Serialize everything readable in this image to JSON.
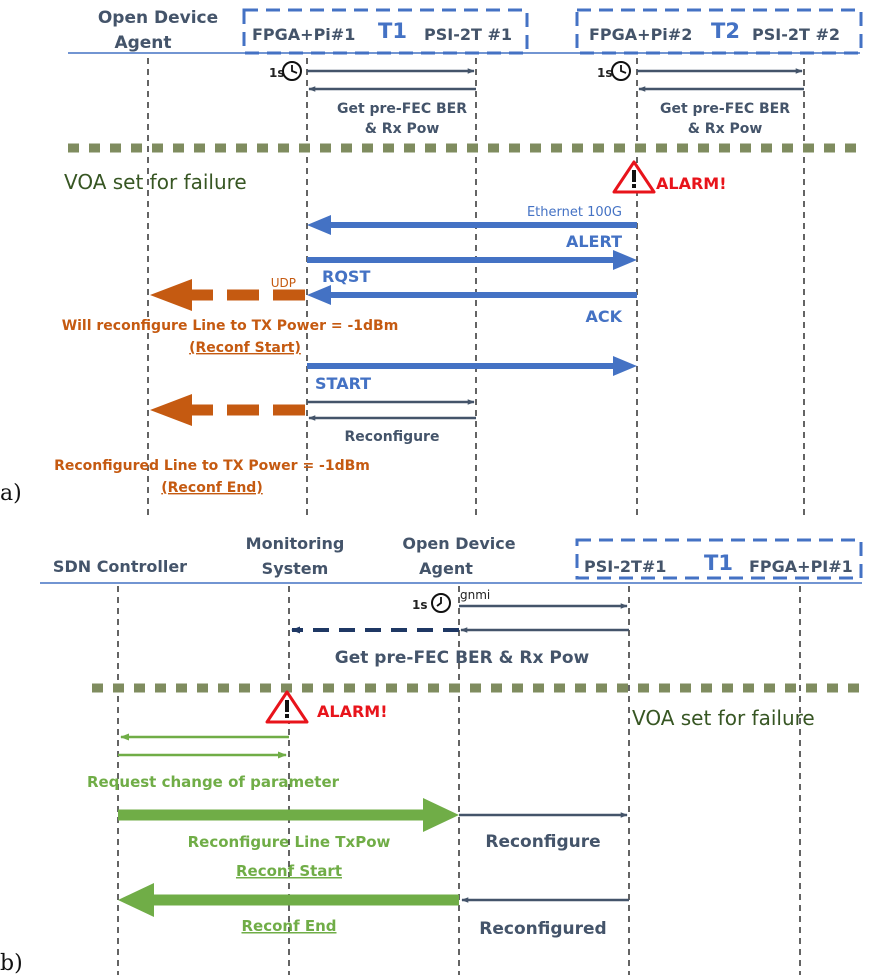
{
  "panel_a": {
    "tag": "a)",
    "actors": {
      "oda_line1": "Open Device",
      "oda_line2": "Agent",
      "t1_left": "FPGA+Pi#1",
      "t1_name": "T1",
      "t1_right": "PSI-2T #1",
      "t2_left": "FPGA+Pi#2",
      "t2_name": "T2",
      "t2_right": "PSI-2T #2"
    },
    "timer": "1s",
    "poll_label_1": "Get pre-FEC BER",
    "poll_label_2": "& Rx Pow",
    "voa": "VOA set for failure",
    "alarm": "ALARM!",
    "ethernet": "Ethernet 100G",
    "alert": "ALERT",
    "rqst": "RQST",
    "udp": "UDP",
    "ack": "ACK",
    "will_reconf": "Will reconfigure Line to TX Power = -1dBm",
    "reconf_start": "(Reconf Start)",
    "start": "START",
    "reconfigure": "Reconfigure",
    "reconfigured_line": "Reconfigured Line to TX Power = -1dBm",
    "reconf_end": "(Reconf End)"
  },
  "panel_b": {
    "tag": "b)",
    "actors": {
      "sdn": "SDN Controller",
      "mon_line1": "Monitoring",
      "mon_line2": "System",
      "oda_line1": "Open Device",
      "oda_line2": "Agent",
      "t1_left": "PSI-2T#1",
      "t1_name": "T1",
      "t1_right": "FPGA+PI#1"
    },
    "timer": "1s",
    "gnmi": "gnmi",
    "poll_label": "Get pre-FEC BER & Rx Pow",
    "alarm": "ALARM!",
    "voa": "VOA set for failure",
    "request_change": "Request change of parameter",
    "reconf_line": "Reconfigure Line TxPow",
    "reconfigure": "Reconfigure",
    "reconf_start": "Reconf Start",
    "reconf_end": "Reconf End",
    "reconfigured": "Reconfigured"
  },
  "colors": {
    "blue": "#4472c4",
    "slate": "#44546a",
    "orange": "#c55a11",
    "green": "#70ad47",
    "red": "#e8141b",
    "olive_dash": "#7f8c5f"
  }
}
